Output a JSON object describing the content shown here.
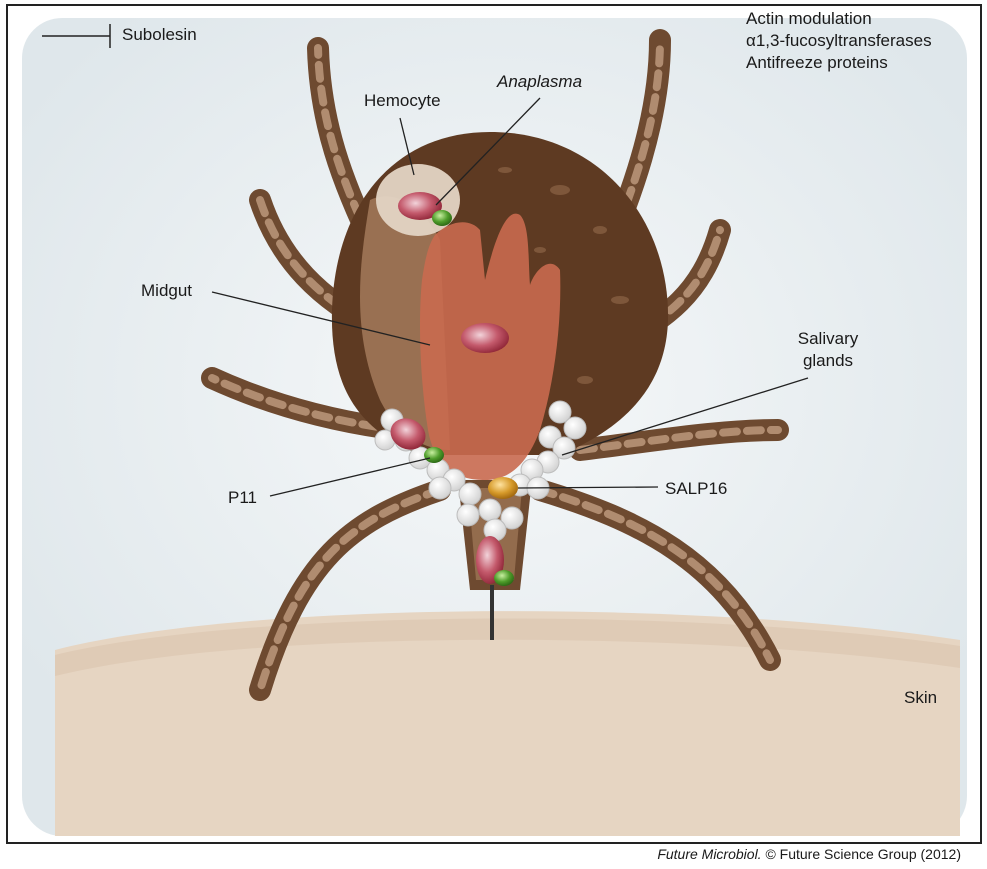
{
  "legend": {
    "inhibitor_label": "Subolesin"
  },
  "top_right_list": [
    "Actin modulation",
    "α1,3-fucosyltransferases",
    "Antifreeze proteins"
  ],
  "labels": {
    "hemocyte": "Hemocyte",
    "anaplasma": "Anaplasma",
    "midgut": "Midgut",
    "salivary_glands_line1": "Salivary",
    "salivary_glands_line2": "glands",
    "p11": "P11",
    "salp16": "SALP16",
    "skin": "Skin"
  },
  "credit": {
    "journal": "Future Microbiol.",
    "rest": " © Future Science Group (2012)"
  },
  "colors": {
    "tick_dark": "#5a3a22",
    "tick_mid": "#8a6548",
    "tick_light": "#b89578",
    "midgut": "#c96a4f",
    "anaplasma": "#b03a4e",
    "green_protein": "#4e9c2a",
    "salp16": "#d69a2a",
    "skin": "#e4d3c0",
    "background": "#e8eef1"
  }
}
